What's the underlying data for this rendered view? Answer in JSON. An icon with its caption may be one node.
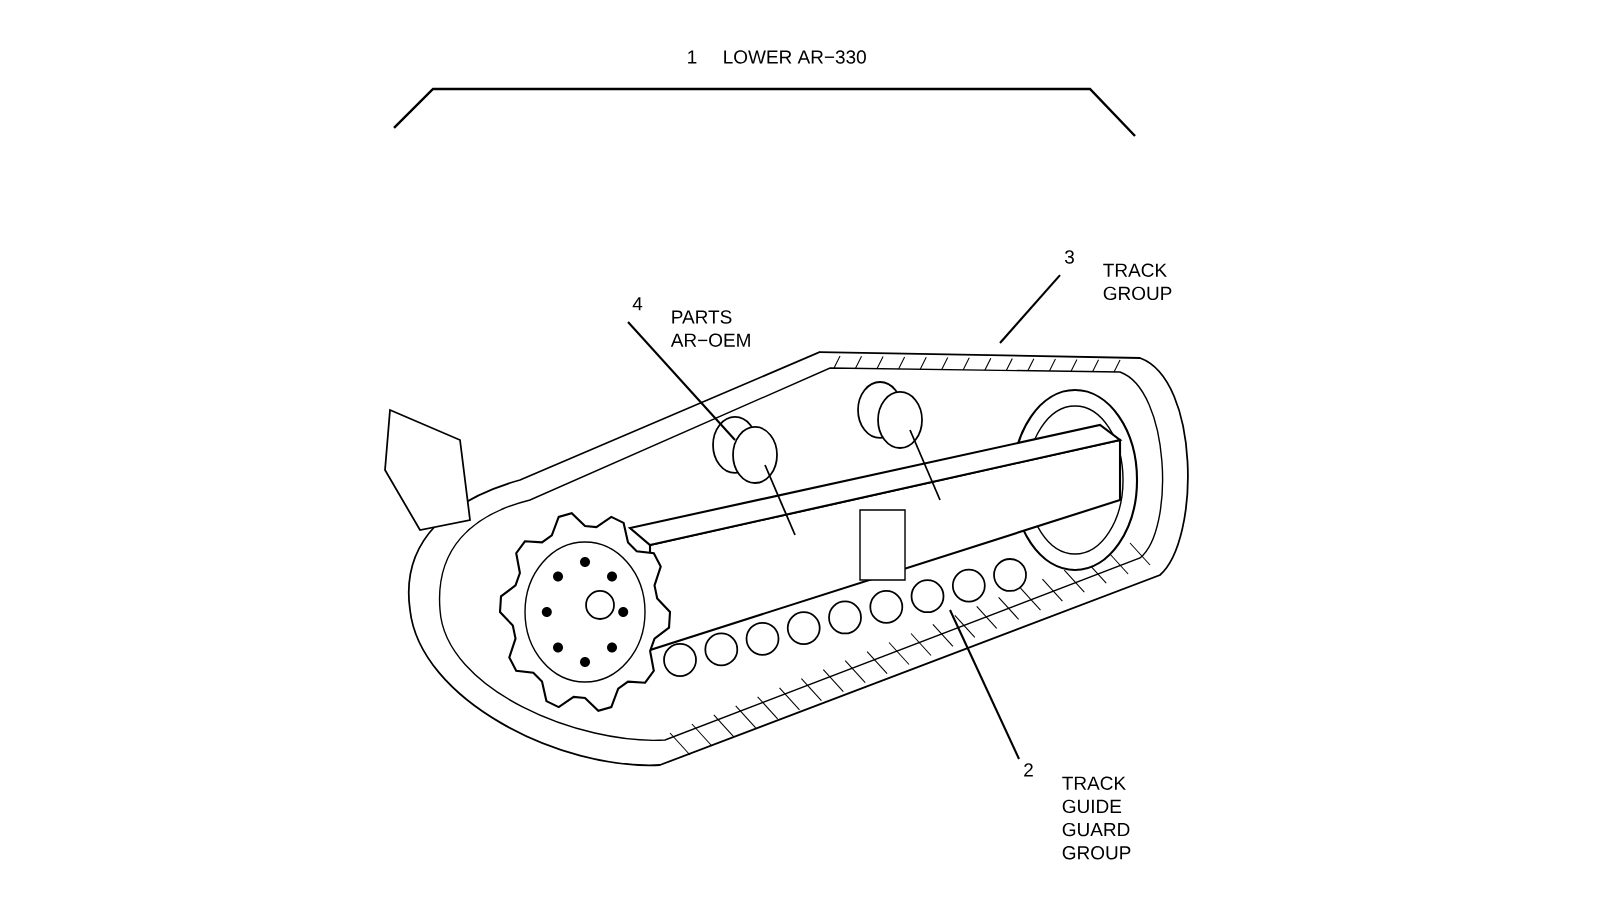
{
  "diagram": {
    "nodes": [
      {
        "text": [
          "3",
          "TRACK GROUP"
        ]
      },
      {
        "text": [
          "4",
          "PARTS AR−OEM"
        ]
      },
      {
        "text": [
          "2",
          "TRACK GUIDE GUARD GROUP"
        ]
      }
    ],
    "edges": [
      {
        "from": 0,
        "to": null,
        "arrow": "none"
      },
      {
        "from": 1,
        "to": null,
        "arrow": "none"
      },
      {
        "from": 2,
        "to": null,
        "arrow": "none"
      }
    ],
    "labels": [
      "1",
      "LOWER AR−330"
    ]
  }
}
